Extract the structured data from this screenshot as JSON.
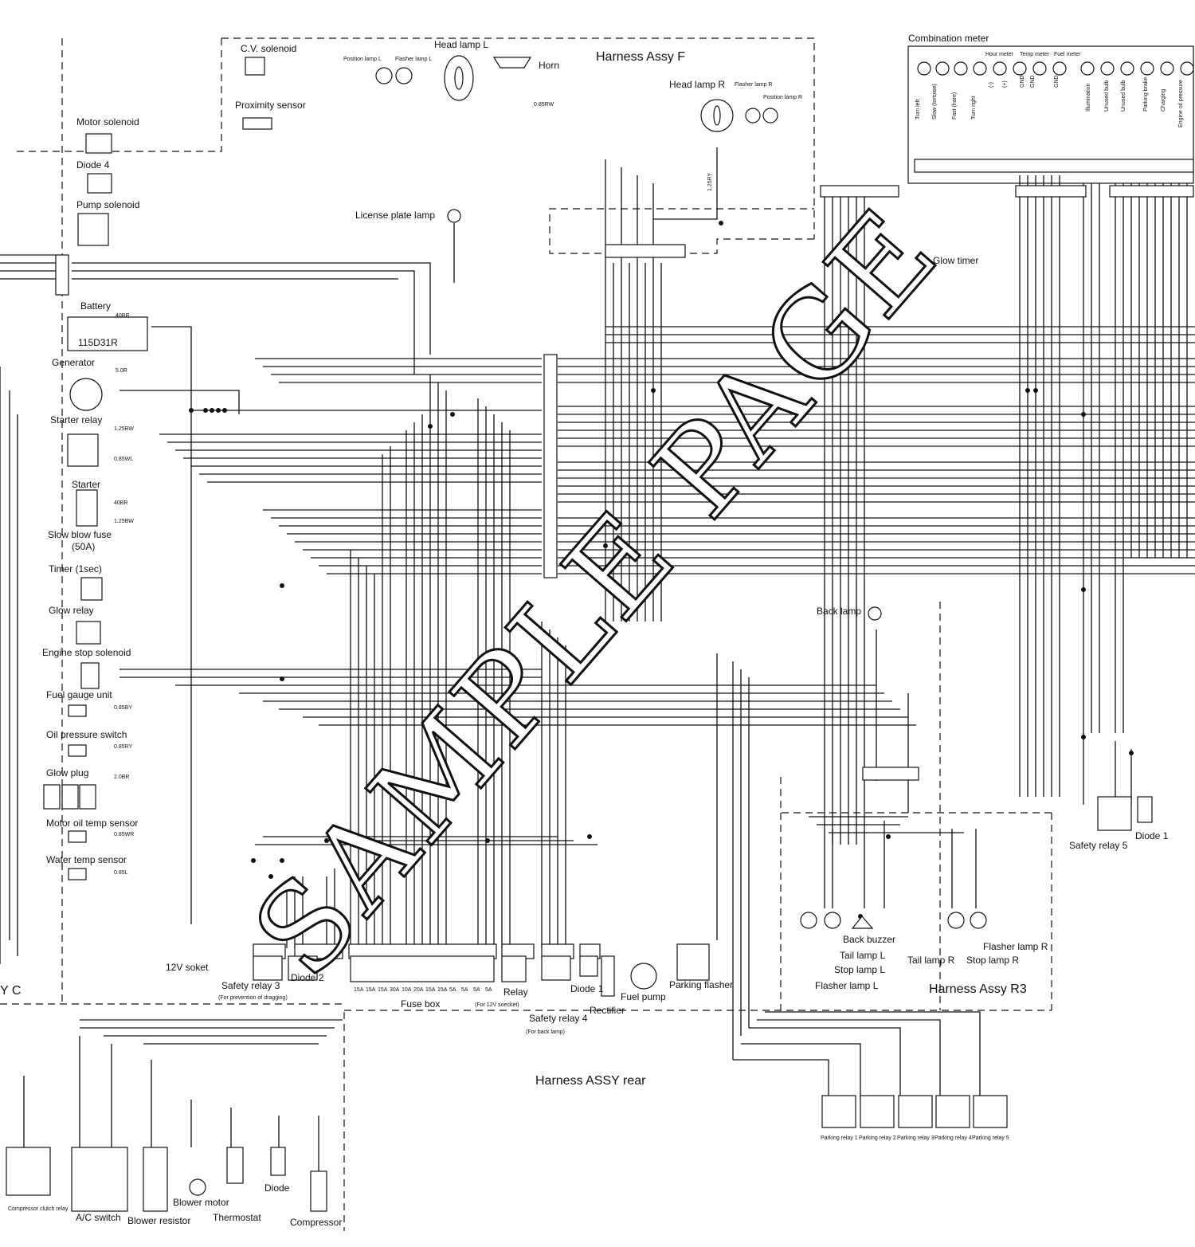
{
  "harness_labels": {
    "front": "Harness Assy F",
    "rear": "Harness ASSY rear",
    "r3": "Harness Assy R3",
    "c": "Y C"
  },
  "watermark": "SAMPLE PAGE",
  "left_components": [
    {
      "key": "cv_solenoid",
      "label": "C.V. solenoid"
    },
    {
      "key": "proximity_sensor",
      "label": "Proximity sensor"
    },
    {
      "key": "motor_solenoid",
      "label": "Motor solenoid"
    },
    {
      "key": "diode4",
      "label": "Diode 4"
    },
    {
      "key": "pump_solenoid",
      "label": "Pump solenoid"
    },
    {
      "key": "battery",
      "label": "Battery",
      "value": "115D31R"
    },
    {
      "key": "generator",
      "label": "Generator"
    },
    {
      "key": "starter_relay",
      "label": "Starter relay"
    },
    {
      "key": "starter",
      "label": "Starter"
    },
    {
      "key": "slow_blow_fuse",
      "label": "Slow blow fuse",
      "value": "(50A)"
    },
    {
      "key": "timer",
      "label": "Timer (1sec)"
    },
    {
      "key": "glow_relay",
      "label": "Glow relay"
    },
    {
      "key": "engine_stop",
      "label": "Engine stop solenoid"
    },
    {
      "key": "fuel_gauge",
      "label": "Fuel gauge unit"
    },
    {
      "key": "oil_pressure",
      "label": "Oil pressure switch"
    },
    {
      "key": "glow_plug",
      "label": "Glow plug"
    },
    {
      "key": "motor_oil_temp",
      "label": "Motor oil temp sensor"
    },
    {
      "key": "water_temp",
      "label": "Water temp sensor"
    }
  ],
  "top_components": {
    "position_lamp_l": "Position lamp L",
    "flasher_lamp_l": "Flasher lamp L",
    "head_lamp_l": "Head lamp L",
    "horn": "Horn",
    "head_lamp_r": "Head lamp R",
    "flasher_lamp_r": "Flasher lamp R",
    "position_lamp_r": "Position lamp R",
    "license_plate_lamp": "License plate lamp",
    "combination_meter": "Combination meter",
    "glow_timer": "Glow timer"
  },
  "meter_small": {
    "hour": "Hour meter",
    "temp": "Temp meter",
    "fuel": "Fuel meter"
  },
  "meter_labels": [
    "Turn left",
    "Slow (tortoise)",
    "Fast (hare)",
    "Turn right",
    "(-)",
    "(+)",
    "GND",
    "GND",
    "GND",
    "Illumination",
    "Unused bulb",
    "Unused bulb",
    "Parking brake",
    "Charging",
    "Engine oil pressure"
  ],
  "bottom_components": {
    "socket": "12V soket",
    "safety_relay3": "Safety relay 3",
    "safety_relay3_note": "(For prevention of dragging)",
    "diode2": "Diode 2",
    "fuse_box": "Fuse box",
    "relay": "Relay",
    "relay_note": "(For 12V soecket)",
    "safety_relay4": "Safety relay 4",
    "safety_relay4_note": "(For back lamp)",
    "diode1_mid": "Diode 1",
    "rectifier": "Rectifier",
    "fuel_pump": "Fuel pump",
    "parking_flasher": "Parking flasher",
    "back_lamp": "Back lamp",
    "back_buzzer": "Back buzzer",
    "tail_lamp_l": "Tail lamp L",
    "stop_lamp_l": "Stop lamp L",
    "flasher_lamp_l2": "Flasher lamp L",
    "tail_lamp_r": "Tail lamp R",
    "stop_lamp_r": "Stop lamp R",
    "flasher_lamp_r2": "Flasher lamp R",
    "safety_relay5": "Safety relay 5",
    "diode1_right": "Diode 1"
  },
  "fuse_ratings": [
    "15A",
    "15A",
    "15A",
    "30A",
    "10A",
    "20A",
    "15A",
    "15A",
    "5A",
    "5A",
    "5A",
    "5A"
  ],
  "parking_relays": [
    "Parking relay 1",
    "Parking relay 2",
    "Parking relay 3",
    "Parking relay 4",
    "Parking relay 5"
  ],
  "aircon_components": {
    "compressor_clutch_relay": "Compressor clutch relay",
    "ac_switch": "A/C switch",
    "blower_resistor": "Blower resistor",
    "blower_motor": "Blower motor",
    "thermostat": "Thermostat",
    "diode": "Diode",
    "compressor": "Compressor"
  },
  "wire_codes": {
    "battery": "40BR",
    "generator": "5.0R",
    "starter_relay_a": "1.25BW",
    "starter_relay_b": "0.85WL",
    "starter_b": "40BR",
    "starter_s": "1.25BW",
    "fuel_gauge": "0.85BY",
    "oil_pressure": "0.85RY",
    "glow_plug": "2.0BR",
    "motor_oil": "0.85WR",
    "water_temp": "0.85L",
    "head_lamp_r": "1.25RY",
    "horn": "0.85RW"
  }
}
